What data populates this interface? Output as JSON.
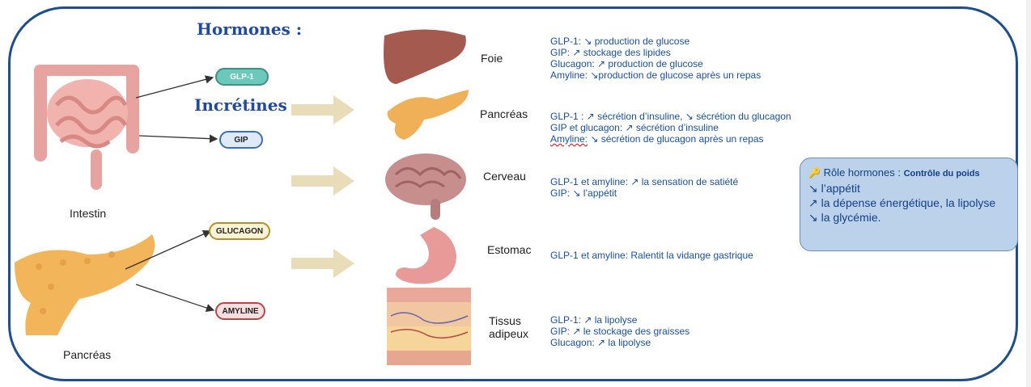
{
  "titles": {
    "hormones": "Hormones :",
    "incretines": "Incrétines"
  },
  "labels": {
    "intestin": "Intestin",
    "pancreas_left": "Pancréas"
  },
  "pills": {
    "glp1": "GLP-1",
    "gip": "GIP",
    "glucagon": "GLUCAGON",
    "amyline": "AMYLINE"
  },
  "organs": {
    "foie": "Foie",
    "pancreas": "Pancréas",
    "cerveau": "Cerveau",
    "estomac": "Estomac",
    "tissus_1": "Tissus",
    "tissus_2": "adipeux"
  },
  "effects": {
    "foie": [
      "GLP-1: ↘ production de glucose",
      "GIP: ↗ stockage des lipides",
      "Glucagon: ↗ production de glucose",
      "Amyline:  ↘production de glucose après un repas"
    ],
    "pancreas": [
      "GLP-1 : ↗ sécrétion d’insuline, ↘ sécrétion du glucagon",
      "GIP et glucagon: ↗ sécrétion d’insuline",
      "Amyline:",
      " ↘ sécrétion de glucagon après un repas"
    ],
    "cerveau": [
      "GLP-1 et amyline: ↗ la sensation de satiété",
      "GIP: ↘ l’appétit"
    ],
    "estomac": [
      "GLP-1 et amyline: Ralentit la vidange gastrique"
    ],
    "tissus": [
      "GLP-1: ↗ la lipolyse",
      "GIP: ↗ le stockage des graisses",
      "Glucagon: ↗ la lipolyse"
    ]
  },
  "role": {
    "key_icon": "🔑",
    "title": " Rôle hormones : ",
    "title_strong": "Contrôle du poids",
    "lines": [
      "↘ l’appétit",
      "↗ la dépense énergétique, la lipolyse",
      "↘ la glycémie."
    ]
  },
  "colors": {
    "border": "#1f4e8c",
    "title": "#1f4aa0",
    "info_text": "#1a4f9c",
    "glp1": "#4fb3a6",
    "gip": "#3e6fb0",
    "glucagon": "#c8a23a",
    "amyline": "#c44d4d",
    "flow_arrow": "#e9dcb8",
    "role_bg": "#bcd1ea"
  }
}
